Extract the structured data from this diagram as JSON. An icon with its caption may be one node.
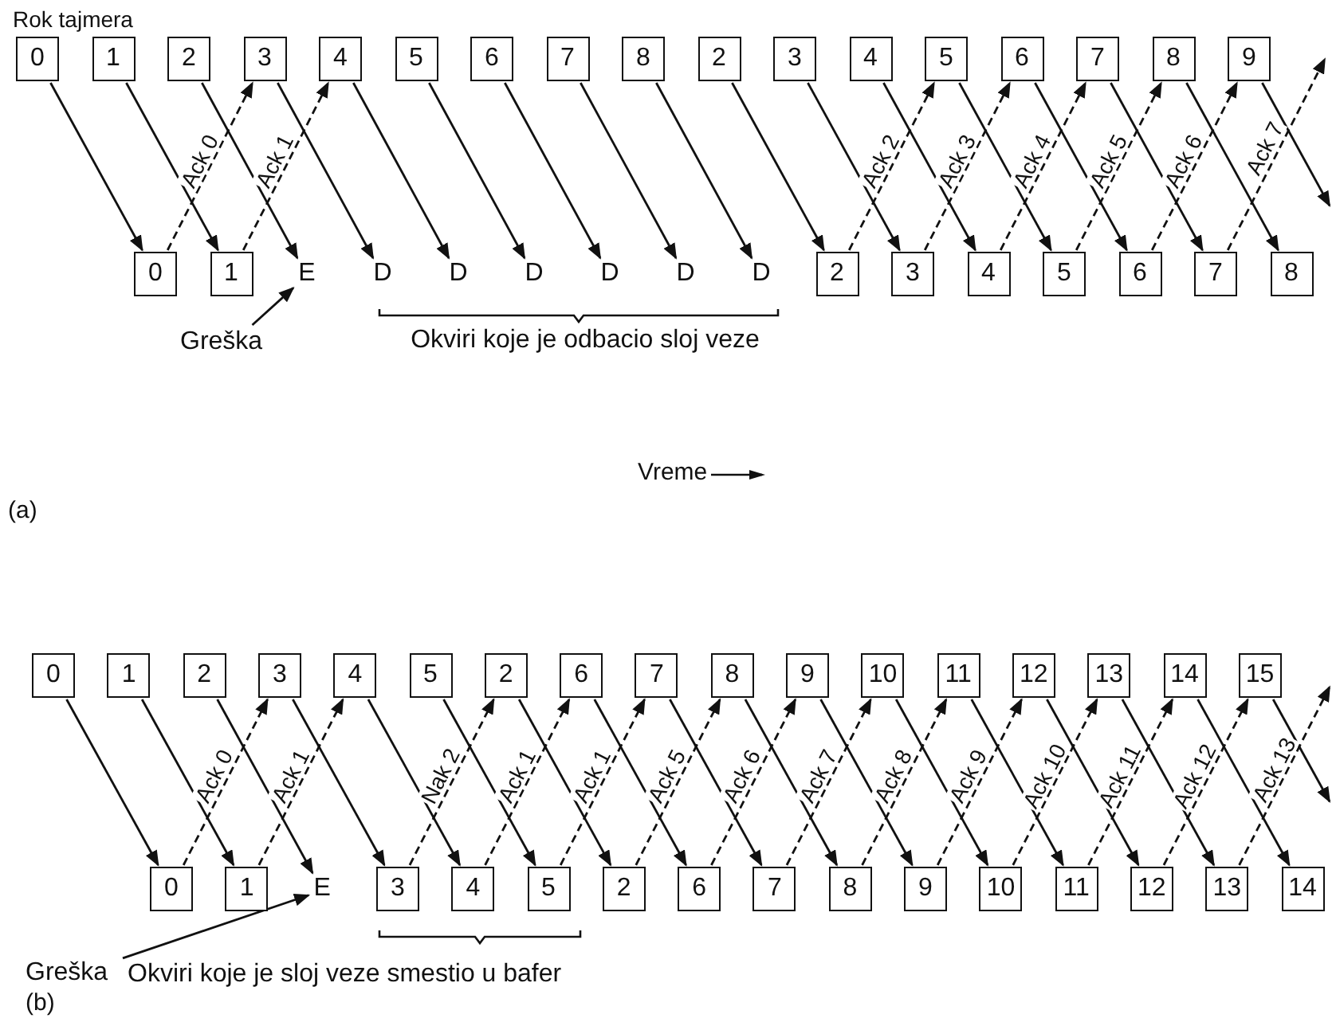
{
  "diagram": {
    "nodes": [
      {
        "text": [
          "0"
        ]
      },
      {
        "text": [
          "1"
        ]
      },
      {
        "text": [
          "2"
        ]
      },
      {
        "text": [
          "3"
        ]
      },
      {
        "text": [
          "4"
        ]
      },
      {
        "text": [
          "5"
        ]
      },
      {
        "text": [
          "6"
        ]
      },
      {
        "text": [
          "7"
        ]
      },
      {
        "text": [
          "8"
        ]
      },
      {
        "text": [
          "2"
        ]
      },
      {
        "text": [
          "3"
        ]
      },
      {
        "text": [
          "4"
        ]
      },
      {
        "text": [
          "5"
        ]
      },
      {
        "text": [
          "6"
        ]
      },
      {
        "text": [
          "7"
        ]
      },
      {
        "text": [
          "8"
        ]
      },
      {
        "text": [
          "9"
        ]
      },
      {
        "text": [
          "0"
        ]
      },
      {
        "text": [
          "1"
        ]
      },
      {
        "text": [
          "E"
        ]
      },
      {
        "text": [
          "D"
        ]
      },
      {
        "text": [
          "D"
        ]
      },
      {
        "text": [
          "D"
        ]
      },
      {
        "text": [
          "D"
        ]
      },
      {
        "text": [
          "D"
        ]
      },
      {
        "text": [
          "D"
        ]
      },
      {
        "text": [
          "2"
        ]
      },
      {
        "text": [
          "3"
        ]
      },
      {
        "text": [
          "4"
        ]
      },
      {
        "text": [
          "5"
        ]
      },
      {
        "text": [
          "6"
        ]
      },
      {
        "text": [
          "7"
        ]
      },
      {
        "text": [
          "8"
        ]
      },
      {
        "text": [
          "Greška"
        ]
      },
      {
        "text": [
          "0"
        ]
      },
      {
        "text": [
          "1"
        ]
      },
      {
        "text": [
          "2"
        ]
      },
      {
        "text": [
          "3"
        ]
      },
      {
        "text": [
          "4"
        ]
      },
      {
        "text": [
          "5"
        ]
      },
      {
        "text": [
          "2"
        ]
      },
      {
        "text": [
          "6"
        ]
      },
      {
        "text": [
          "7"
        ]
      },
      {
        "text": [
          "8"
        ]
      },
      {
        "text": [
          "9"
        ]
      },
      {
        "text": [
          "10"
        ]
      },
      {
        "text": [
          "11"
        ]
      },
      {
        "text": [
          "12"
        ]
      },
      {
        "text": [
          "13"
        ]
      },
      {
        "text": [
          "14"
        ]
      },
      {
        "text": [
          "15"
        ]
      },
      {
        "text": [
          "0"
        ]
      },
      {
        "text": [
          "1"
        ]
      },
      {
        "text": [
          "E"
        ]
      },
      {
        "text": [
          "3"
        ]
      },
      {
        "text": [
          "4"
        ]
      },
      {
        "text": [
          "5"
        ]
      },
      {
        "text": [
          "2"
        ]
      },
      {
        "text": [
          "6"
        ]
      },
      {
        "text": [
          "7"
        ]
      },
      {
        "text": [
          "8"
        ]
      },
      {
        "text": [
          "9"
        ]
      },
      {
        "text": [
          "10"
        ]
      },
      {
        "text": [
          "11"
        ]
      },
      {
        "text": [
          "12"
        ]
      },
      {
        "text": [
          "13"
        ]
      },
      {
        "text": [
          "14"
        ]
      },
      {
        "text": [
          "Greška"
        ]
      }
    ],
    "edges": [
      {
        "from": 0,
        "to": 17,
        "arrow": "to"
      },
      {
        "from": 1,
        "to": 18,
        "arrow": "to"
      },
      {
        "from": 2,
        "to": 19,
        "arrow": "to"
      },
      {
        "from": 3,
        "to": 20,
        "arrow": "to"
      },
      {
        "from": 4,
        "to": 21,
        "arrow": "to"
      },
      {
        "from": 5,
        "to": 22,
        "arrow": "to"
      },
      {
        "from": 6,
        "to": 23,
        "arrow": "to"
      },
      {
        "from": 7,
        "to": 24,
        "arrow": "to"
      },
      {
        "from": 8,
        "to": 25,
        "arrow": "to"
      },
      {
        "from": 9,
        "to": 26,
        "arrow": "to"
      },
      {
        "from": 10,
        "to": 27,
        "arrow": "to"
      },
      {
        "from": 11,
        "to": 28,
        "arrow": "to"
      },
      {
        "from": 12,
        "to": 29,
        "arrow": "to"
      },
      {
        "from": 13,
        "to": 30,
        "arrow": "to"
      },
      {
        "from": 14,
        "to": 31,
        "arrow": "to"
      },
      {
        "from": 15,
        "to": 32,
        "arrow": "to"
      },
      {
        "from": 16,
        "to": null,
        "arrow": "to"
      },
      {
        "from": 17,
        "to": 3,
        "label": "Ack 0",
        "arrow": "to",
        "style": "dashed"
      },
      {
        "from": 18,
        "to": 4,
        "label": "Ack 1",
        "arrow": "to",
        "style": "dashed"
      },
      {
        "from": 26,
        "to": 12,
        "label": "Ack 2",
        "arrow": "to",
        "style": "dashed"
      },
      {
        "from": 27,
        "to": 13,
        "label": "Ack 3",
        "arrow": "to",
        "style": "dashed"
      },
      {
        "from": 28,
        "to": 14,
        "label": "Ack 4",
        "arrow": "to",
        "style": "dashed"
      },
      {
        "from": 29,
        "to": 15,
        "label": "Ack 5",
        "arrow": "to",
        "style": "dashed"
      },
      {
        "from": 30,
        "to": 16,
        "label": "Ack 6",
        "arrow": "to",
        "style": "dashed"
      },
      {
        "from": 31,
        "to": null,
        "label": "Ack 7",
        "arrow": "to",
        "style": "dashed"
      },
      {
        "from": 33,
        "to": 19,
        "arrow": "to"
      },
      {
        "from": 34,
        "to": 51,
        "arrow": "to"
      },
      {
        "from": 35,
        "to": 52,
        "arrow": "to"
      },
      {
        "from": 36,
        "to": 53,
        "arrow": "to"
      },
      {
        "from": 37,
        "to": 54,
        "arrow": "to"
      },
      {
        "from": 38,
        "to": 55,
        "arrow": "to"
      },
      {
        "from": 39,
        "to": 56,
        "arrow": "to"
      },
      {
        "from": 40,
        "to": 57,
        "arrow": "to"
      },
      {
        "from": 41,
        "to": 58,
        "arrow": "to"
      },
      {
        "from": 42,
        "to": 59,
        "arrow": "to"
      },
      {
        "from": 43,
        "to": 60,
        "arrow": "to"
      },
      {
        "from": 44,
        "to": 61,
        "arrow": "to"
      },
      {
        "from": 45,
        "to": 62,
        "arrow": "to"
      },
      {
        "from": 46,
        "to": 63,
        "arrow": "to"
      },
      {
        "from": 47,
        "to": 64,
        "arrow": "to"
      },
      {
        "from": 48,
        "to": 65,
        "arrow": "to"
      },
      {
        "from": 49,
        "to": 66,
        "arrow": "to"
      },
      {
        "from": 50,
        "to": null,
        "arrow": "to"
      },
      {
        "from": 51,
        "to": 37,
        "label": "Ack 0",
        "arrow": "to",
        "style": "dashed"
      },
      {
        "from": 52,
        "to": 38,
        "label": "Ack 1",
        "arrow": "to",
        "style": "dashed"
      },
      {
        "from": 54,
        "to": 40,
        "label": "Nak 2",
        "arrow": "to",
        "style": "dashed"
      },
      {
        "from": 55,
        "to": 41,
        "label": "Ack 1",
        "arrow": "to",
        "style": "dashed"
      },
      {
        "from": 56,
        "to": 42,
        "label": "Ack 1",
        "arrow": "to",
        "style": "dashed"
      },
      {
        "from": 57,
        "to": 43,
        "label": "Ack 5",
        "arrow": "to",
        "style": "dashed"
      },
      {
        "from": 58,
        "to": 44,
        "label": "Ack 6",
        "arrow": "to",
        "style": "dashed"
      },
      {
        "from": 59,
        "to": 45,
        "label": "Ack 7",
        "arrow": "to",
        "style": "dashed"
      },
      {
        "from": 60,
        "to": 46,
        "label": "Ack 8",
        "arrow": "to",
        "style": "dashed"
      },
      {
        "from": 61,
        "to": 47,
        "label": "Ack 9",
        "arrow": "to",
        "style": "dashed"
      },
      {
        "from": 62,
        "to": 48,
        "label": "Ack 10",
        "arrow": "to",
        "style": "dashed"
      },
      {
        "from": 63,
        "to": 49,
        "label": "Ack 11",
        "arrow": "to",
        "style": "dashed"
      },
      {
        "from": 64,
        "to": 50,
        "label": "Ack 12",
        "arrow": "to",
        "style": "dashed"
      },
      {
        "from": 65,
        "to": null,
        "label": "Ack 13",
        "arrow": "to",
        "style": "dashed"
      },
      {
        "from": 67,
        "to": 53,
        "arrow": "to"
      }
    ],
    "labels": [
      "Rok tajmera",
      "Okviri koje je odbacio sloj veze",
      "Vreme",
      "(a)",
      "Okviri koje je sloj veze smestio u bafer",
      "(b)"
    ]
  }
}
